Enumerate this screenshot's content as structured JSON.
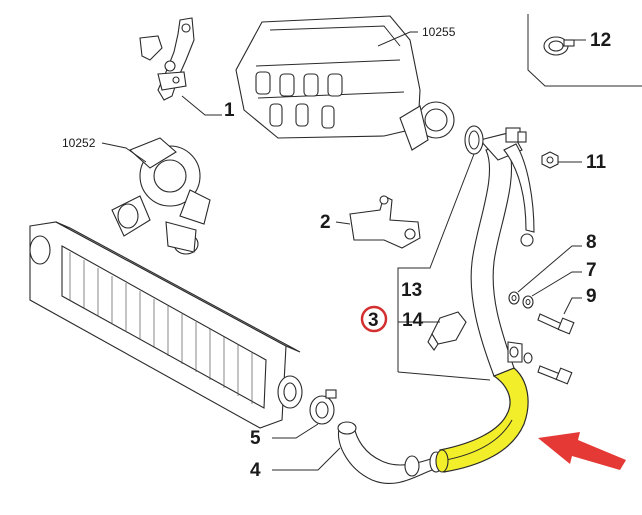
{
  "callouts": {
    "c1": "1",
    "c2": "2",
    "c3": "3",
    "c4": "4",
    "c5": "5",
    "c7": "7",
    "c8": "8",
    "c9": "9",
    "c11": "11",
    "c12": "12",
    "c13": "13",
    "c14": "14",
    "ref_manifold": "10255",
    "ref_turbo": "10252"
  },
  "colors": {
    "highlight_hose": "#f2ee2a",
    "highlight_circle": "#d32f2f",
    "arrow": "#e53935",
    "line": "#2a2a2a"
  },
  "highlighted_part": "3"
}
